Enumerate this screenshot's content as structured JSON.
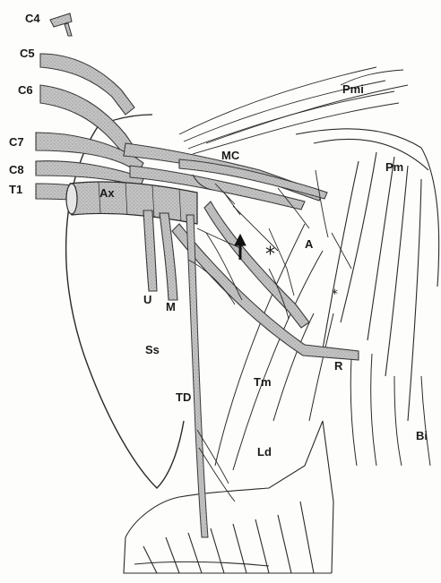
{
  "figure": {
    "root_labels": [
      "C4",
      "C5",
      "C6",
      "C7",
      "C8",
      "T1"
    ],
    "structure_labels": {
      "ax": "Ax",
      "mc": "MC",
      "pmi": "Pmi",
      "pm": "Pm",
      "a": "A",
      "u": "U",
      "m": "M",
      "ss": "Ss",
      "td": "TD",
      "tm": "Tm",
      "r": "R",
      "ld": "Ld",
      "bi": "Bi"
    },
    "markers": {
      "large_asterisk": "*",
      "small_asterisk": "*",
      "arrow": "↑"
    },
    "colors": {
      "nerve_fill": "#b9b9b9",
      "ink": "#2a2a2a",
      "paper": "#fdfdfb"
    }
  }
}
